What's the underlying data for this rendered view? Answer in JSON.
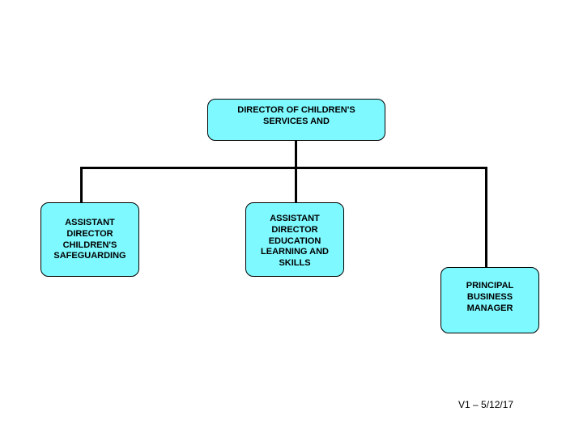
{
  "diagram": {
    "type": "org-chart",
    "background_color": "#ffffff",
    "node_fill_color": "#7DF9FF",
    "node_border_color": "#000000",
    "connector_color": "#000000",
    "nodes": [
      {
        "id": "director-of-childrens-services",
        "label": "DIRECTOR OF CHILDREN'S\nSERVICES AND"
      },
      {
        "id": "assistant-director-childrens-safeguarding",
        "label": "ASSISTANT\nDIRECTOR\nCHILDREN'S\nSAFEGUARDING"
      },
      {
        "id": "assistant-director-education-learning-and-skills",
        "label": "ASSISTANT\nDIRECTOR\nEDUCATION\nLEARNING AND\nSKILLS"
      },
      {
        "id": "principal-business-manager",
        "label": "PRINCIPAL\nBUSINESS\nMANAGER"
      }
    ]
  },
  "footer": {
    "version_label": "V1 – 5/12/17"
  }
}
